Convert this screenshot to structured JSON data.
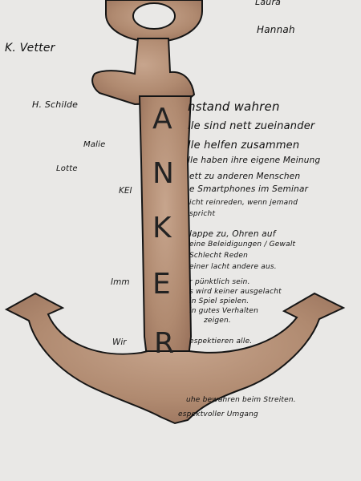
{
  "signatures": {
    "top_center": "Laura",
    "hannah": "Hannah",
    "k_vetter": "K. Vetter",
    "h_schilde": "H. Schilde",
    "malie": "Malie",
    "lotte": "Lotte"
  },
  "anchor_word": [
    "A",
    "N",
    "K",
    "E",
    "R"
  ],
  "markers": {
    "kei": "KEI",
    "imm": "Imm",
    "wir": "Wir"
  },
  "rules": [
    "nstand wahren",
    "lle sind nett zueinander",
    "lle helfen zusammen",
    "lle haben ihre eigene Meinung",
    "ett zu anderen Menschen",
    "e Smartphones im Seminar",
    "icht reinreden, wenn jemand",
    "spricht",
    "lappe zu, Ohren auf",
    "eine Beleidigungen / Gewalt",
    "Schlecht Reden",
    "einer lacht andere aus.",
    "r pünktlich sein.",
    "s wird keiner ausgelacht",
    "in Spiel spielen.",
    "in gutes Verhalten",
    "zeigen.",
    "espektieren alle.",
    "uhe bewahren beim Streiten.",
    "espektvoller Umgang"
  ],
  "colors": {
    "paper": "#e9e8e6",
    "anchor_fill": "#b08a70",
    "anchor_outline": "#151515",
    "ink": "#111111"
  }
}
